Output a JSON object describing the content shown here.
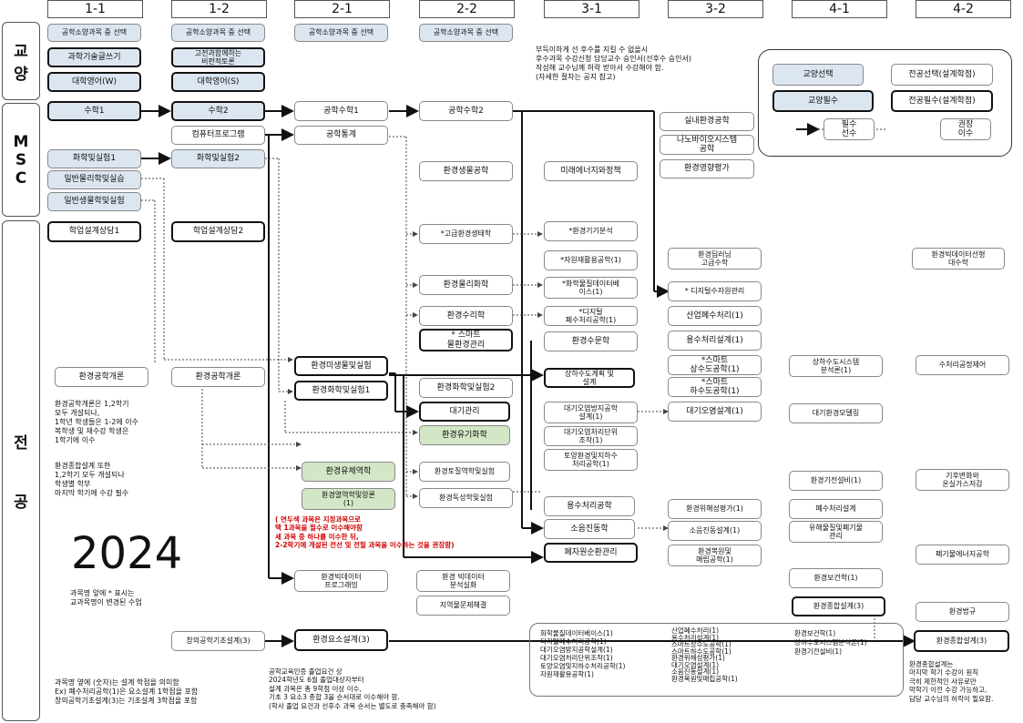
{
  "semesters": [
    "1-1",
    "1-2",
    "2-1",
    "2-2",
    "3-1",
    "3-2",
    "4-1",
    "4-2"
  ],
  "sides": {
    "gyoyang": "교\n양",
    "msc": "M\nS\nC",
    "major": "전\n\n\n공"
  },
  "ge": {
    "r1_11": "공학소양과목 중 선택",
    "r1_12": "공학소양과목 중 선택",
    "r1_21": "공학소양과목 중 선택",
    "r1_22": "공학소양과목 중 선택",
    "writing": "과학기술글쓰기",
    "engineering_tech": "고전과함께하는\n비판적토론",
    "eng_w": "대학영어(W)",
    "eng_s": "대학영어(S)"
  },
  "msc": {
    "math1": "수학1",
    "math2": "수학2",
    "engmath1": "공학수학1",
    "engmath2": "공학수학2",
    "computer": "컴퓨터프로그램",
    "stat": "공학통계",
    "chem1": "화학및실험1",
    "chem2": "화학및실험2",
    "phys": "일반물리학및실습",
    "bio": "일반생물학및실험",
    "indoor": "실내환경공학",
    "nano": "나노바이오시스템\n공학",
    "microbio": "환경생물공학",
    "future": "미래에너지와정책",
    "impact": "환경영향평가"
  },
  "major": {
    "design1": "학업설계상담1",
    "design2": "학업설계상담2",
    "advanced": "*고급환경생태학",
    "air_analysis": "*환경기기분석",
    "resource": "*자원재활용공학(1)",
    "physchem": "환경물리화학",
    "bigdata_ana": "*화학물질데이터베\n이스(1)",
    "dl": "환경딥러닝\n고급수학",
    "digital_res": "* 디지털수자원관리",
    "bigdata_42": "환경빅데이터선형\n대수학",
    "hydraulics": "환경수리학",
    "digital_water": "*디지털\n폐수처리공학(1)",
    "industrial": "산업폐수처리(1)",
    "smart_water": "* 스마트\n물환경관리",
    "hydrology": "환경수문학",
    "water_design": "용수처리설계(1)",
    "intro1": "환경공학개론",
    "intro2": "환경공학개론",
    "micro": "환경미생물및실험",
    "chem_exp": "환경화학및실험1",
    "chem_exp2": "환경화학및실험2",
    "sewer": "상하수도계획 및\n설계",
    "smart_sewer": "*스마트\n상수도공학(1)",
    "sewer_eng": "*스마트\n하수도공학(1)",
    "sewer_sys": "상하수도시스템\n분석론(1)",
    "wastewater": "수처리공정제어",
    "air": "대기관리",
    "air_design": "대기오염방지공학\n설계(1)",
    "air_design2": "대기오염설계(1)",
    "air_model": "대기환경모델링",
    "organic": "환경유기화학",
    "air_unit": "대기오염처리단위\n조작(1)",
    "soil": "토양환경및지하수\n처리공학(1)",
    "climate_equip": "환경기전설비(1)",
    "climate": "기후변화와\n온실가스저감",
    "fluid": "환경유체역학",
    "soil_exp": "환경토질역학및실험",
    "thermo": "환경열역학및양론\n(1)",
    "toxic": "환경독성학및실험",
    "water_eng": "용수처리공학",
    "risk": "환경위해성평가(1)",
    "waste_design": "폐수처리설계",
    "noise": "소음진동학",
    "noise_design": "소음진동설계(1)",
    "hazardous": "유해물질및폐기물\n관리",
    "waste_mgmt": "폐자원순환관리",
    "restoration": "환경복원및\n매립공학(1)",
    "waste_energy": "폐기물에너지공학",
    "bigdata_prog": "환경빅데이터\n프로그래밍",
    "bigdata_22": "환경 빅데이터\n분석실화",
    "region": "지역물문제해결",
    "health": "환경보건학(1)",
    "capstone": "환경종합설계(3)",
    "law": "환경법규",
    "creative": "창의공학기초설계(3)",
    "elements": "환경요소설계(3)",
    "final_design": "환경종합설계(3)"
  },
  "notes": {
    "top_note": "부득이하게 선 후수를 지킬 수 없을시\n 후수과목 수강신청 담당교수 승인서(선후수 승인서)\n작성해 교수님께 허락 받아서 수강해야 함.\n(자세한 절차는 공지 참고)",
    "intro_note": "환경공학개론은 1,2학기\n모두 개설되나,\n1학년 학생들은 1-2에 이수\n복학생 및 재수강 학생은\n1학기에 이수",
    "capstone_note": "환경종합설계 또한\n1,2학기 모두 개설되나\n학생별 학부\n마지막 학기에 수강 필수",
    "red_note": "( 연두색 과목은 지정과목으로\n택 1과목을 필수로 이수해야함\n세 과목 중 하나를 이수한 뒤,\n2-2학기에 개설된 전선 및 전필 과목을 이수하는 것을 권장함)",
    "year": "2024",
    "star_note": "과목명 앞에 * 표시는\n교과목명이 변경된 수업",
    "credit_note": "과목명 옆에 (숫자)는 설계 학점을 의미함\nEx) 폐수처리공학(1)은    요소설계 1학점을 포함\n     창의공학기초설계(3)는  기초설계 3학점을 포함",
    "grad_note": "공학교육인증 졸업요건 상\n2024학년도 6월 졸업대상자부터\n설계 과목은 총 9학점 이상 이수,\n기초 3 요소3 종합 3을 순서대로 이수해야 함.\n(학사 졸업 요건과 선후수 과목 순서는 별도로 충족해야 함)",
    "elem_list_a": "화학물질데이터베이스(1)\n디지털폐수처리공학(1)\n대기오염방지공학설계(1)\n대기오염처리단위조작(1)\n토양오염및지하수처리공학(1)\n자원재활용공학(1)",
    "elem_list_b": "산업폐수처리(1)\n용수처리설계(1)\n스마트상수도공학(1)\n스마트하수도공학(1)\n환경위해성평가(1)\n대기오염설계(1)\n소음진동설계(1)\n환경복원및매립공학(1)",
    "elem_list_c": "환경보건학(1)\n상하수도시스템분석론(1)\n환경기전설비(1)",
    "final_note": "환경종합설계는\n마지막 학기 수강이 원칙\n극히 제한적인 사유로만\n막학기 이전 수강 가능하고,\n담당 교수님의 허락이 필요함."
  },
  "legend": {
    "ge_elective": "교양선택",
    "major_elective": "전공선택(설계학점)",
    "ge_required": "교양필수",
    "major_required": "전공필수(설계학점)",
    "prereq": "필수\n선수",
    "recommend": "권장\n이수"
  }
}
